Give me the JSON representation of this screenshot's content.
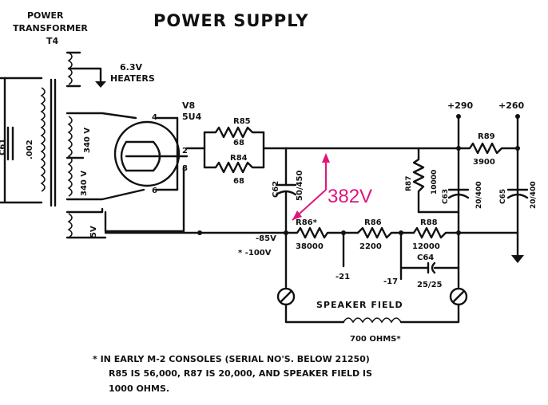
{
  "title": "POWER SUPPLY",
  "transformer": {
    "label_line1": "POWER",
    "label_line2": "TRANSFORMER",
    "ref": "T4"
  },
  "heaters_label": "6.3V",
  "heaters_label2": "HEATERS",
  "primary_cap": {
    "ref": "C61",
    "value": ".002"
  },
  "secondary_hv_top": "340 V",
  "secondary_hv_bottom": "340 V",
  "rectifier_fil": "5V",
  "tube": {
    "ref": "V8",
    "type": "5U4",
    "pins": [
      "4",
      "2",
      "8",
      "6"
    ]
  },
  "r85": {
    "ref": "R85",
    "value": "68"
  },
  "r84": {
    "ref": "R84",
    "value": "68"
  },
  "c62": {
    "ref": "C62",
    "value": "50/450"
  },
  "annotation": {
    "text": "382V",
    "color": "#e0157a"
  },
  "r87": {
    "ref": "R87",
    "value": "10000"
  },
  "c63": {
    "ref": "C63",
    "value": "20/400"
  },
  "r89": {
    "ref": "R89",
    "value": "3900"
  },
  "c65": {
    "ref": "C65",
    "value": "20/400"
  },
  "rails": {
    "b1": "+290",
    "b2": "+260"
  },
  "neg_bus": {
    "v1": "-85V",
    "v2": "* -100V"
  },
  "r86_star": {
    "ref": "R86*",
    "value": "38000"
  },
  "r86": {
    "ref": "R86",
    "value": "2200"
  },
  "r88": {
    "ref": "R88",
    "value": "12000"
  },
  "c64": {
    "ref": "C64",
    "value": "25/25"
  },
  "taps": {
    "t1": "-21",
    "t2": "-17"
  },
  "speaker_field": {
    "label": "SPEAKER FIELD",
    "value": "700 OHMS*"
  },
  "footnote": {
    "line1": "* IN EARLY  M-2 CONSOLES (SERIAL NO'S. BELOW 21250)",
    "line2": "R85 IS 56,000, R87 IS 20,000, AND SPEAKER FIELD IS",
    "line3": "1000 OHMS."
  }
}
